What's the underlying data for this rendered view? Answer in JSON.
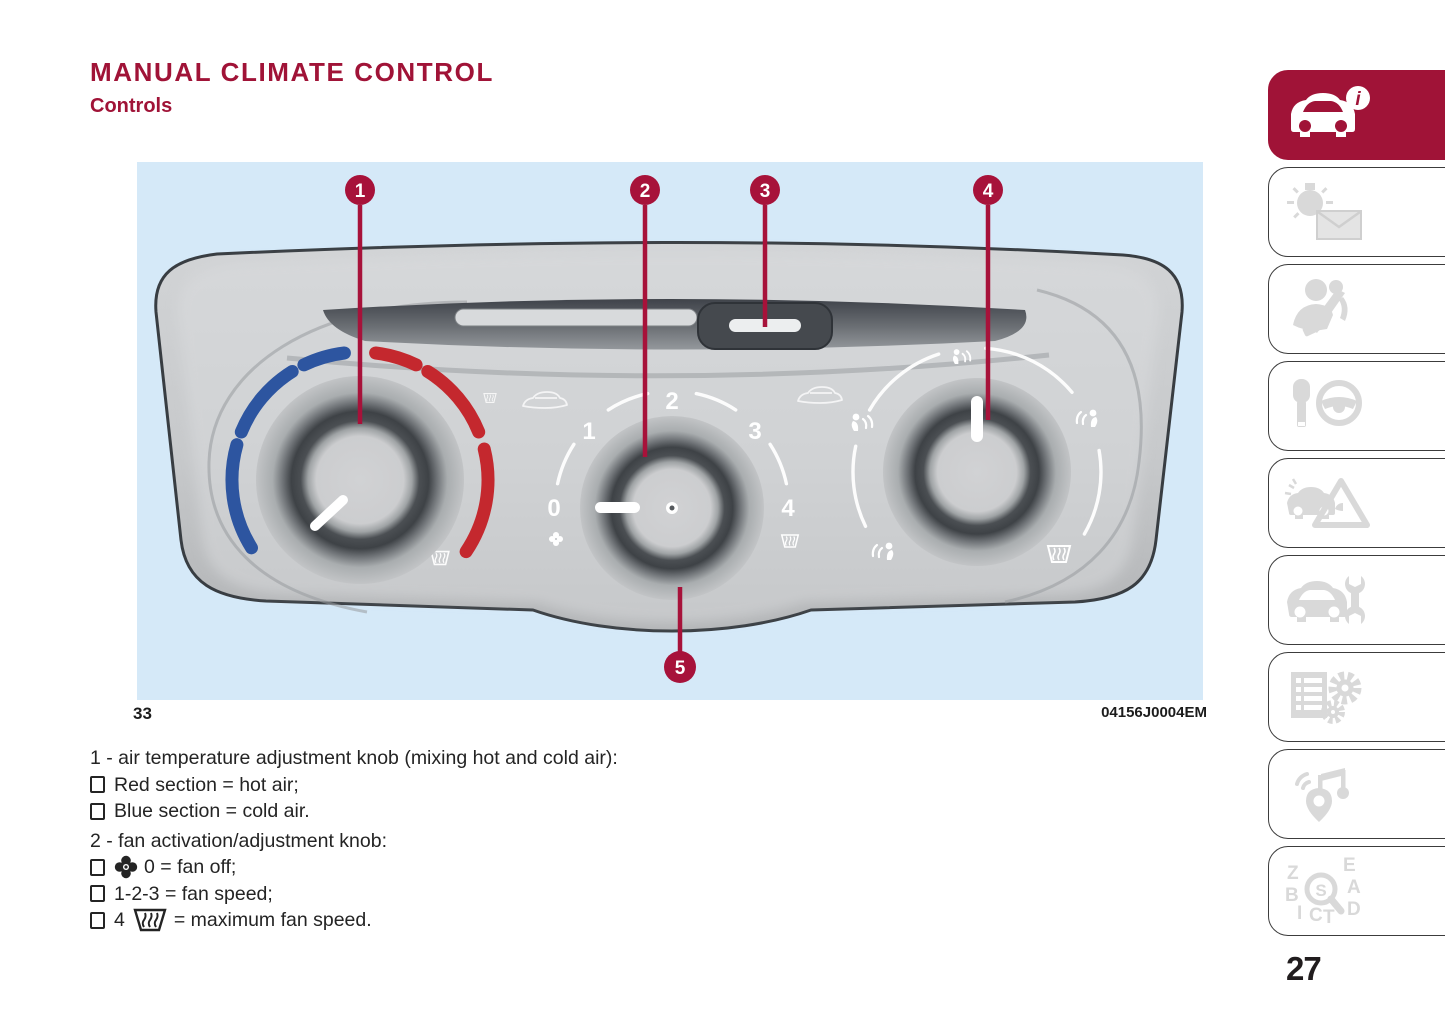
{
  "header": {
    "title": "MANUAL CLIMATE CONTROL",
    "subtitle": "Controls"
  },
  "figure": {
    "number": "33",
    "code": "04156J0004EM",
    "callouts": [
      "1",
      "2",
      "3",
      "4",
      "5"
    ],
    "fan_scale": [
      "0",
      "1",
      "2",
      "3",
      "4"
    ],
    "colors": {
      "background": "#d5e9f8",
      "accent": "#a01337",
      "cold_section": "#2d55a0",
      "hot_section": "#c4282e",
      "panel": "#c6c8ca"
    }
  },
  "content": {
    "items": [
      {
        "text": "1 - air temperature adjustment knob (mixing hot and cold air):"
      },
      {
        "bullet": true,
        "text": "Red section = hot air;"
      },
      {
        "bullet": true,
        "text": "Blue section = cold air."
      },
      {
        "text": "2 - fan activation/adjustment knob:"
      },
      {
        "bullet": true,
        "icon": "fan-icon",
        "text": "0 = fan off;"
      },
      {
        "bullet": true,
        "text": "1-2-3 = fan speed;"
      },
      {
        "bullet": true,
        "prefix": "4",
        "icon": "max-defrost-icon",
        "text": "= maximum fan speed."
      }
    ],
    "bullet_glyph": "❒"
  },
  "sidebar": {
    "active_color": "#a01337",
    "tabs": [
      {
        "name": "vehicle-info",
        "icon": "car-info-icon",
        "active": true
      },
      {
        "name": "dashboard-lights-messages",
        "icon": "light-envelope-icon",
        "active": false
      },
      {
        "name": "safety",
        "icon": "occupant-seatbelt-icon",
        "active": false
      },
      {
        "name": "starting-and-driving",
        "icon": "key-steering-wheel-icon",
        "active": false
      },
      {
        "name": "emergency",
        "icon": "car-warning-triangle-icon",
        "active": false
      },
      {
        "name": "servicing-and-care",
        "icon": "car-wrench-icon",
        "active": false
      },
      {
        "name": "technical-data",
        "icon": "document-gears-icon",
        "active": false
      },
      {
        "name": "multimedia",
        "icon": "music-navigation-icon",
        "active": false
      },
      {
        "name": "index",
        "icon": "alphabetical-index-icon",
        "active": false
      }
    ]
  },
  "page": {
    "number": "27"
  }
}
